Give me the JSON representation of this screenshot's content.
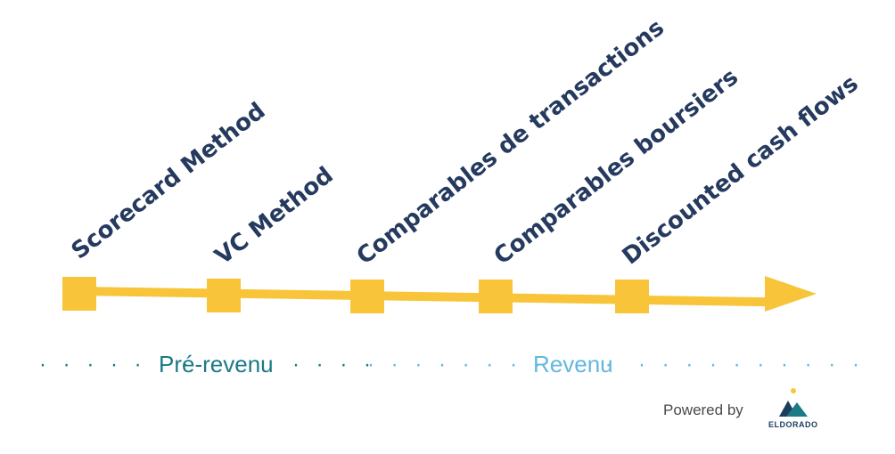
{
  "methods": [
    {
      "label": "Scorecard Method"
    },
    {
      "label": "VC Method"
    },
    {
      "label": "Comparables de transactions"
    },
    {
      "label": "Comparables boursiers"
    },
    {
      "label": "Discounted cash flows"
    }
  ],
  "phases": {
    "pre_revenue": "Pré-revenu",
    "revenue": "Revenu"
  },
  "footer": {
    "powered_by": "Powered by",
    "brand": "ELDORADO"
  },
  "colors": {
    "timeline": "#f8c53a",
    "label_text": "#253a5e",
    "pre_revenue": "#1b7a86",
    "revenue": "#63b8dd"
  }
}
